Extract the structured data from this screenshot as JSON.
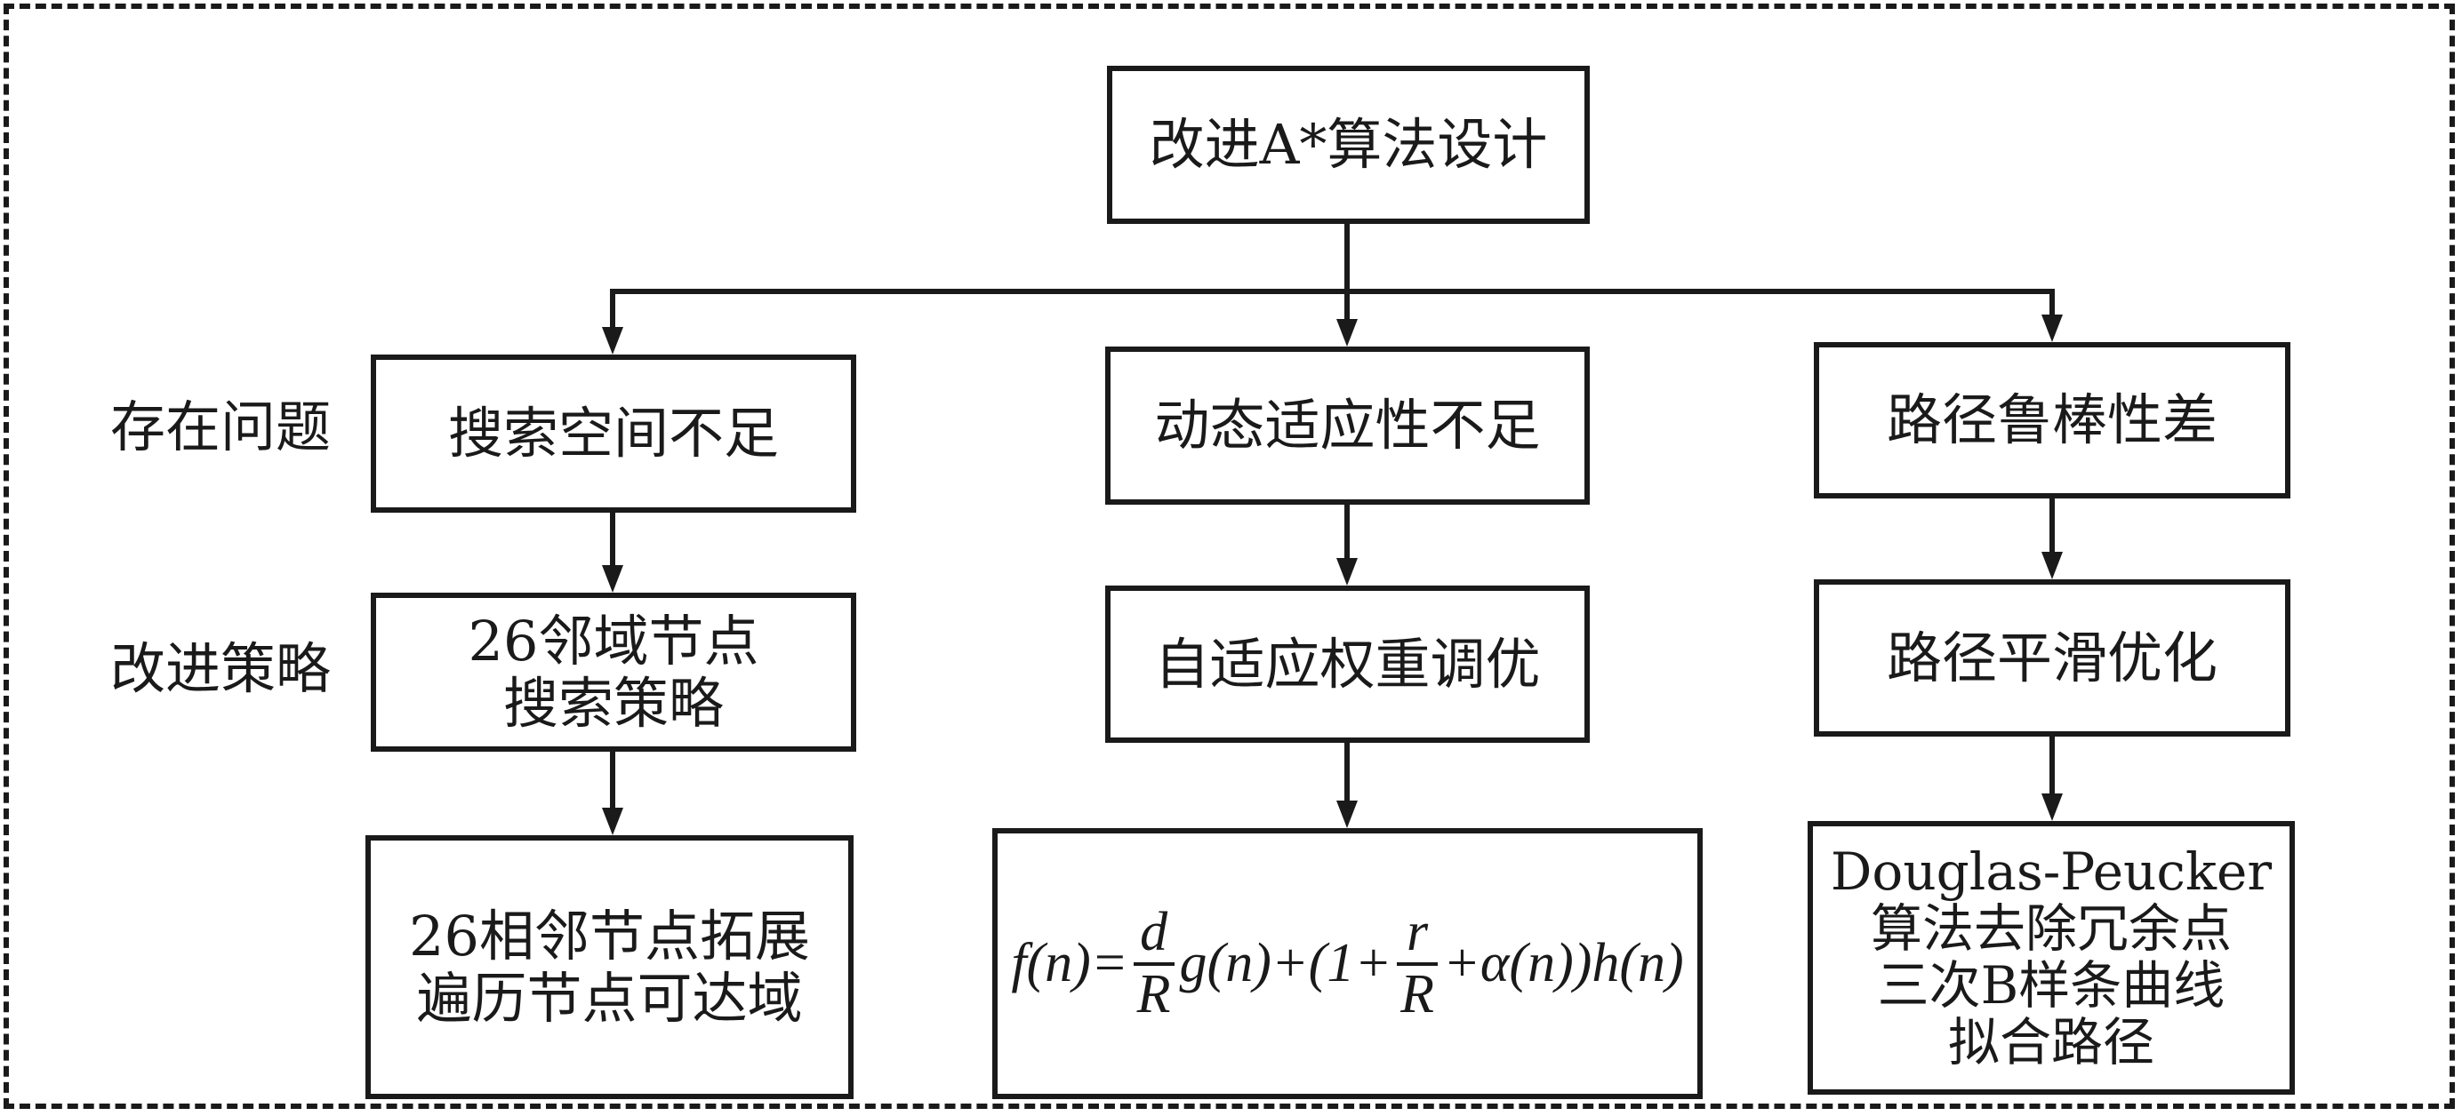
{
  "diagram": {
    "title_box": "改进A*算法设计",
    "row_labels": {
      "problem": "存在问题",
      "strategy": "改进策略"
    },
    "columns": [
      {
        "problem": "搜索空间不足",
        "strategy": "26邻域节点\n搜索策略",
        "detail": "26相邻节点拓展\n遍历节点可达域"
      },
      {
        "problem": "动态适应性不足",
        "strategy": "自适应权重调优",
        "formula": {
          "lhs": "f(n)=",
          "frac1_num": "d",
          "frac1_den": "R",
          "term1": "g(n)+(1+",
          "frac2_num": "r",
          "frac2_den": "R",
          "term2": "+α(n))h(n)"
        }
      },
      {
        "problem": "路径鲁棒性差",
        "strategy": "路径平滑优化",
        "detail": "Douglas-Peucker\n算法去除冗余点\n三次B样条曲线\n拟合路径"
      }
    ],
    "colors": {
      "stroke": "#1a1a1a",
      "background": "#ffffff"
    }
  }
}
